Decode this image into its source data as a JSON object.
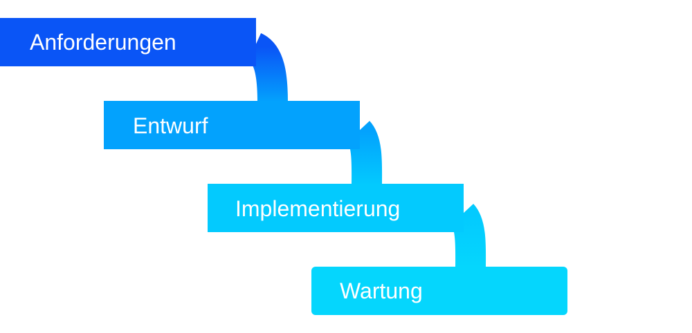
{
  "diagram": {
    "type": "waterfall-process",
    "steps": [
      {
        "label": "Anforderungen",
        "color": "#0a55f6"
      },
      {
        "label": "Entwurf",
        "color": "#03a2fd"
      },
      {
        "label": "Implementierung",
        "color": "#03cafe"
      },
      {
        "label": "Wartung",
        "color": "#05d6fd"
      }
    ]
  }
}
